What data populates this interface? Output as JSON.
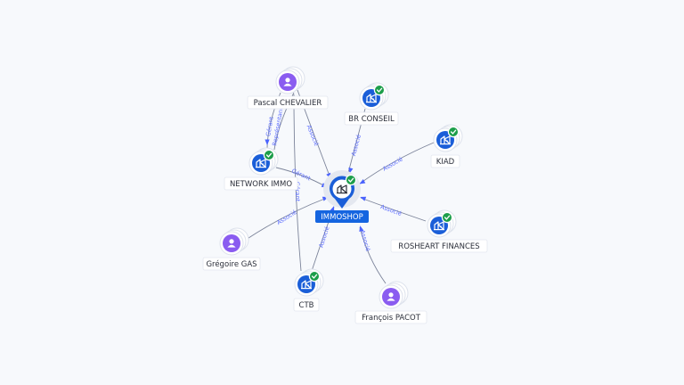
{
  "colors": {
    "company": "#1a5ed8",
    "person": "#8a5cf0",
    "check": "#1c9e4a",
    "main_label_bg": "#1565e0",
    "edge_label": "#5b6cff"
  },
  "center": {
    "label": "IMMOSHOP",
    "icon": "building-icon",
    "verified": true
  },
  "nodes": [
    {
      "id": "pascal",
      "label": "Pascal CHEVALIER",
      "kind": "person",
      "icon": "person-icon",
      "verified": false
    },
    {
      "id": "brconseil",
      "label": "BR CONSEIL",
      "kind": "company",
      "icon": "building-icon",
      "verified": true
    },
    {
      "id": "kiad",
      "label": "KIAD",
      "kind": "company",
      "icon": "building-icon",
      "verified": true
    },
    {
      "id": "network",
      "label": "NETWORK IMMO",
      "kind": "company",
      "icon": "building-icon",
      "verified": true
    },
    {
      "id": "rosheart",
      "label": "ROSHEART FINANCES",
      "kind": "company",
      "icon": "building-icon",
      "verified": true
    },
    {
      "id": "gregoire",
      "label": "Grégoire GAS",
      "kind": "person",
      "icon": "person-icon",
      "verified": false
    },
    {
      "id": "ctb",
      "label": "CTB",
      "kind": "company",
      "icon": "building-icon",
      "verified": true
    },
    {
      "id": "francois",
      "label": "François PACOT",
      "kind": "person",
      "icon": "person-icon",
      "verified": false
    }
  ],
  "edges": [
    {
      "id": "pascal-center",
      "label": "Associé"
    },
    {
      "id": "pascal-network",
      "label": "Gérant"
    },
    {
      "id": "pascal-network-2",
      "label": "Représentant"
    },
    {
      "id": "pascal-ctb",
      "label": "Gérant"
    },
    {
      "id": "brconseil-center",
      "label": "Associé"
    },
    {
      "id": "kiad-center",
      "label": "Associé"
    },
    {
      "id": "network-center",
      "label": "Gérant"
    },
    {
      "id": "rosheart-center",
      "label": "Associé"
    },
    {
      "id": "gregoire-center",
      "label": "Associé"
    },
    {
      "id": "ctb-center",
      "label": "Associé"
    },
    {
      "id": "francois-center",
      "label": "Associé"
    }
  ]
}
